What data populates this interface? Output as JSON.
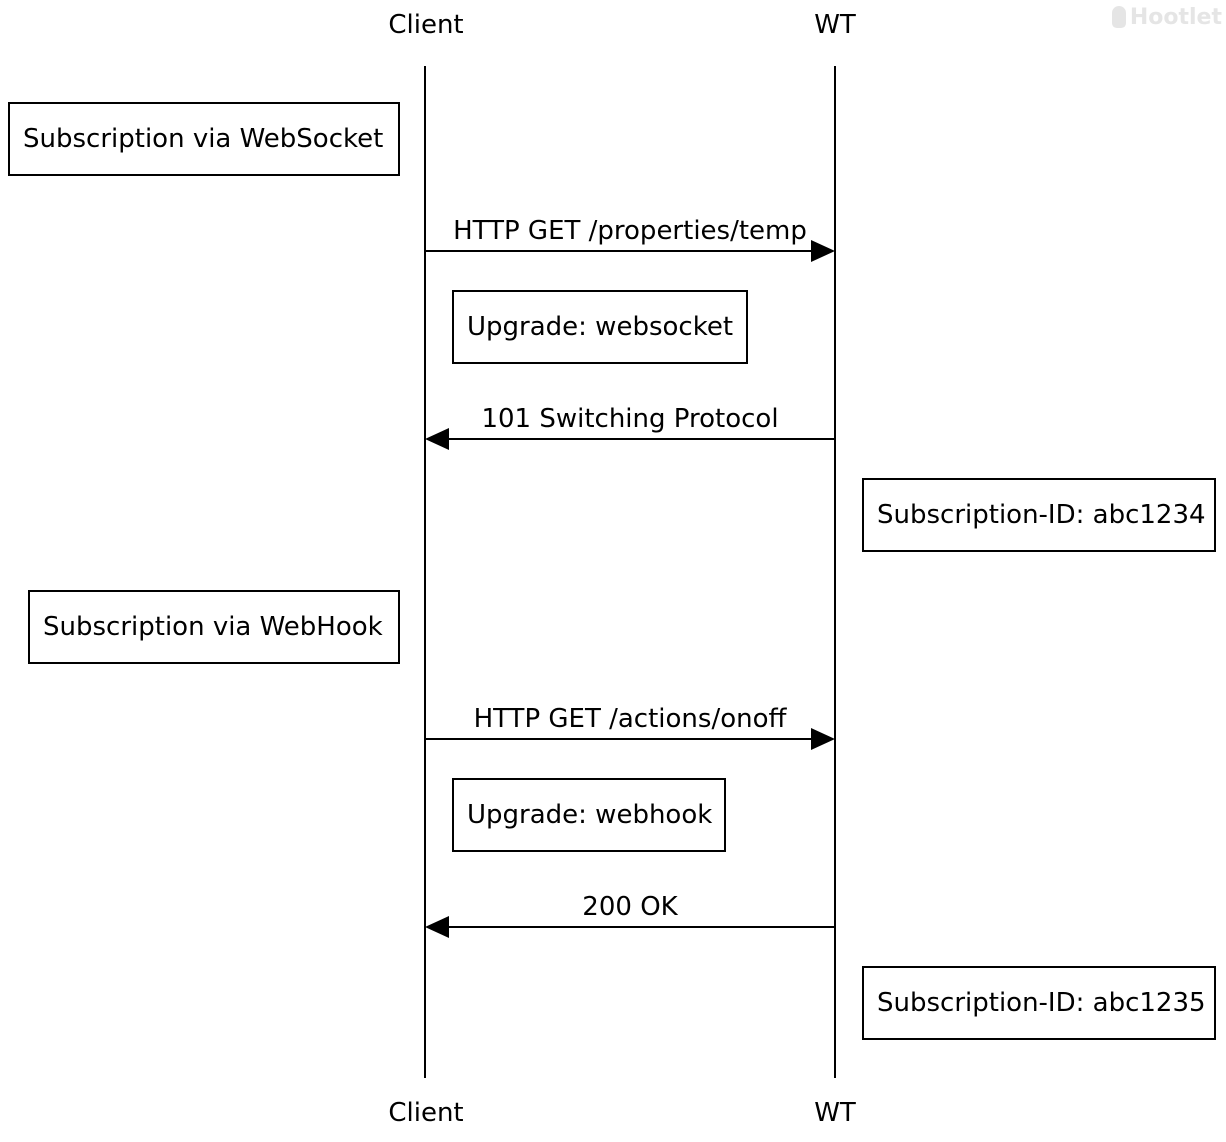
{
  "participants": {
    "client": "Client",
    "wt": "WT"
  },
  "notes": {
    "websocket_section": "Subscription via WebSocket",
    "websocket_upgrade": "Upgrade: websocket",
    "websocket_subscription_id": "Subscription-ID: abc1234",
    "webhook_section": "Subscription via WebHook",
    "webhook_upgrade": "Upgrade: webhook",
    "webhook_subscription_id": "Subscription-ID: abc1235"
  },
  "messages": {
    "get_properties": "HTTP GET /properties/temp",
    "switching_protocol": "101 Switching Protocol",
    "get_actions": "HTTP GET /actions/onoff",
    "ok": "200 OK"
  },
  "watermark": "Hootlet"
}
